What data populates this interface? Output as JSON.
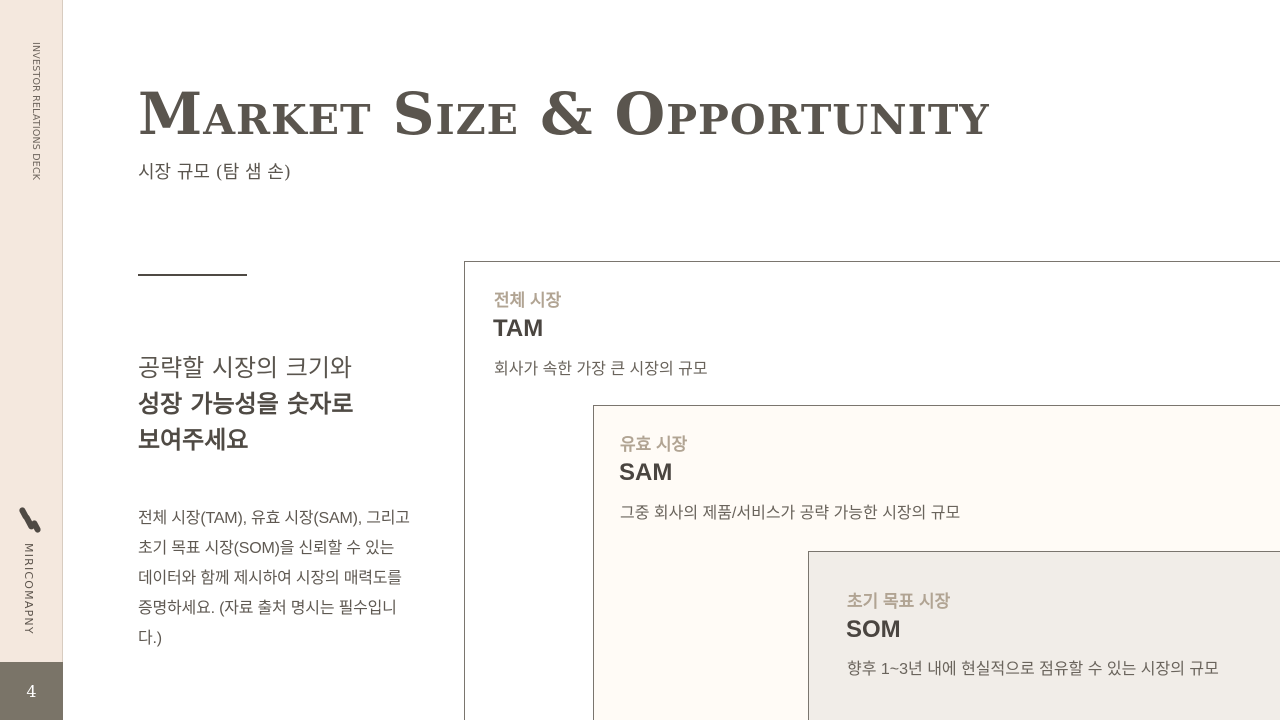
{
  "sidebar": {
    "top_label": "INVESTOR RELATIONS DECK",
    "brand": "MIRICOMAPNY",
    "page_number": "4"
  },
  "header": {
    "title": "Market Size & Opportunity",
    "subtitle": "시장 규모 (탐 샘 손)"
  },
  "left": {
    "headline_line1": "공략할 시장의 크기와",
    "headline_line2": "성장 가능성을 숫자로",
    "headline_line3": "보여주세요",
    "description": "전체 시장(TAM), 유효 시장(SAM), 그리고 초기 목표 시장(SOM)을 신뢰할 수 있는 데이터와 함께 제시하여 시장의 매력도를 증명하세요. (자료 출처 명시는 필수입니다.)"
  },
  "markets": {
    "tam": {
      "kor": "전체 시장",
      "abbr": "TAM",
      "desc": "회사가 속한 가장 큰 시장의 규모"
    },
    "sam": {
      "kor": "유효 시장",
      "abbr": "SAM",
      "desc": "그중 회사의 제품/서비스가 공략 가능한 시장의 규모"
    },
    "som": {
      "kor": "초기 목표 시장",
      "abbr": "SOM",
      "desc": "향후 1~3년 내에 현실적으로 점유할 수 있는 시장의 규모"
    }
  }
}
